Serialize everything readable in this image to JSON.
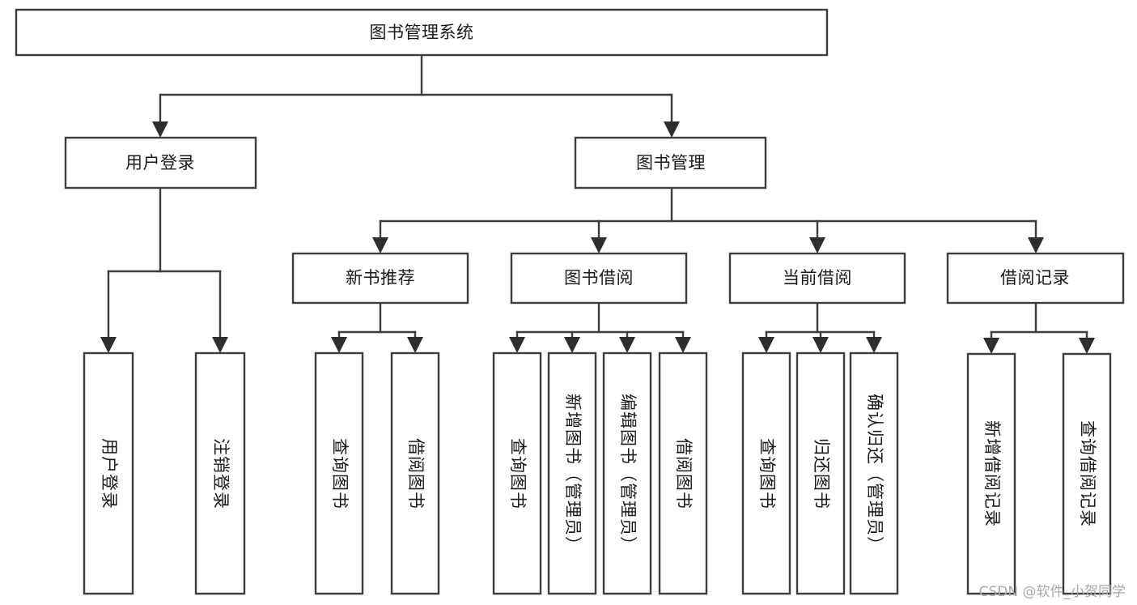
{
  "diagram": {
    "type": "tree-hierarchy-chart",
    "title": "图书管理系统",
    "orientation": "top-down",
    "colors": {
      "box_stroke": "#3d3d3d",
      "box_fill": "#ffffff",
      "connector": "#3d3d3d",
      "arrow": "#2e2e2e",
      "text": "#1a1a1a",
      "watermark": "#a8a8a8",
      "background": "#ffffff"
    },
    "root": {
      "label": "图书管理系统",
      "name": "node-root-library-management-system"
    },
    "level2": [
      {
        "label": "用户登录",
        "name": "node-user-login"
      },
      {
        "label": "图书管理",
        "name": "node-book-management"
      }
    ],
    "level3": [
      {
        "label": "新书推荐",
        "name": "node-new-book-recommendation"
      },
      {
        "label": "图书借阅",
        "name": "node-book-borrowing"
      },
      {
        "label": "当前借阅",
        "name": "node-current-borrowing"
      },
      {
        "label": "借阅记录",
        "name": "node-borrowing-record"
      }
    ],
    "leaves": {
      "user_login": [
        {
          "label": "用户登录",
          "name": "leaf-user-login"
        },
        {
          "label": "注销登录",
          "name": "leaf-logout"
        }
      ],
      "new_book_recommendation": [
        {
          "label": "查询图书",
          "name": "leaf-query-book-recommendation"
        },
        {
          "label": "借阅图书",
          "name": "leaf-borrow-book-recommendation"
        }
      ],
      "book_borrowing": [
        {
          "label": "查询图书",
          "name": "leaf-query-book-borrowing"
        },
        {
          "label": "新增图书（管理员）",
          "name": "leaf-add-book-admin"
        },
        {
          "label": "编辑图书（管理员）",
          "name": "leaf-edit-book-admin"
        },
        {
          "label": "借阅图书",
          "name": "leaf-borrow-book"
        }
      ],
      "current_borrowing": [
        {
          "label": "查询图书",
          "name": "leaf-query-book-current"
        },
        {
          "label": "归还图书",
          "name": "leaf-return-book"
        },
        {
          "label": "确认归还（管理员）",
          "name": "leaf-confirm-return-admin"
        }
      ],
      "borrowing_record": [
        {
          "label": "新增借阅记录",
          "name": "leaf-add-borrowing-record"
        },
        {
          "label": "查询借阅记录",
          "name": "leaf-query-borrowing-record"
        }
      ]
    }
  },
  "watermark": {
    "text": "CSDN @软件_小贺同学"
  }
}
